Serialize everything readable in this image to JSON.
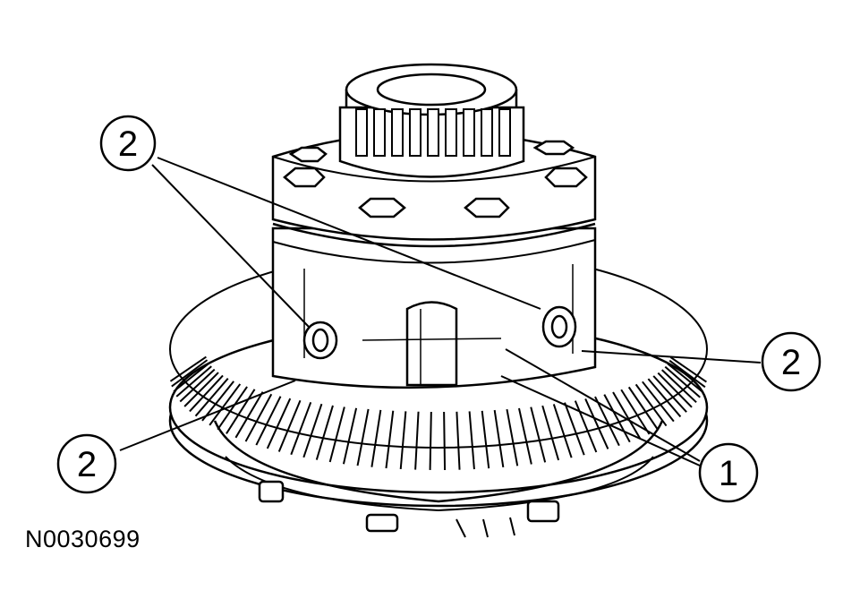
{
  "figure": {
    "id": "N0030699",
    "callouts": [
      {
        "label": "2"
      },
      {
        "label": "2"
      },
      {
        "label": "2"
      },
      {
        "label": "1"
      }
    ]
  },
  "colors": {
    "line": "#000000",
    "background": "#ffffff"
  }
}
